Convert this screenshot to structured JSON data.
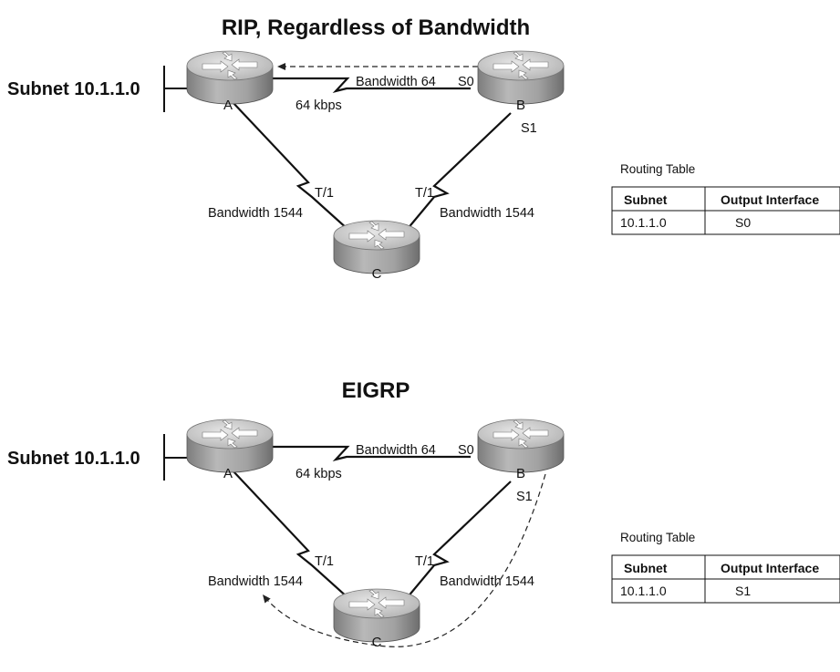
{
  "top": {
    "title": "RIP, Regardless of Bandwidth",
    "subnet": "Subnet 10.1.1.0",
    "router_a": "A",
    "router_b": "B",
    "router_c": "C",
    "ab_bandwidth": "Bandwidth 64",
    "ab_speed": "64 kbps",
    "b_s0": "S0",
    "b_s1": "S1",
    "ac_t1": "T/1",
    "bc_t1": "T/1",
    "ac_bandwidth": "Bandwidth 1544",
    "bc_bandwidth": "Bandwidth 1544",
    "routing_table": {
      "caption": "Routing Table",
      "headers": [
        "Subnet",
        "Output Interface"
      ],
      "rows": [
        [
          "10.1.1.0",
          "S0"
        ]
      ]
    }
  },
  "bottom": {
    "title": "EIGRP",
    "subnet": "Subnet 10.1.1.0",
    "router_a": "A",
    "router_b": "B",
    "router_c": "C",
    "ab_bandwidth": "Bandwidth 64",
    "ab_speed": "64 kbps",
    "b_s0": "S0",
    "b_s1": "S1",
    "ac_t1": "T/1",
    "bc_t1": "T/1",
    "ac_bandwidth": "Bandwidth 1544",
    "bc_bandwidth": "Bandwidth 1544",
    "routing_table": {
      "caption": "Routing Table",
      "headers": [
        "Subnet",
        "Output Interface"
      ],
      "rows": [
        [
          "10.1.1.0",
          "S1"
        ]
      ]
    }
  },
  "colors": {
    "router_top": "#c4c4c4",
    "router_side": "#8e8e8e",
    "line": "#111111"
  }
}
